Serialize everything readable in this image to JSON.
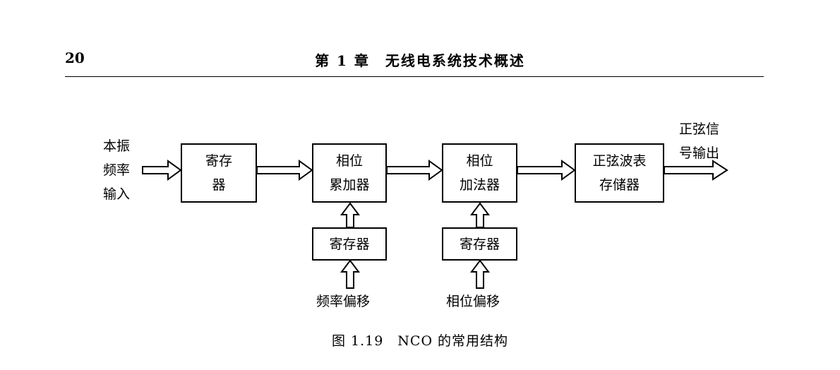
{
  "header": {
    "page_number": "20",
    "chapter_title": "第 1 章　无线电系统技术概述"
  },
  "diagram": {
    "input_label": [
      "本振",
      "频率",
      "输入"
    ],
    "register_1": [
      "寄存",
      "器"
    ],
    "phase_accumulator": [
      "相位",
      "累加器"
    ],
    "phase_adder": [
      "相位",
      "加法器"
    ],
    "sine_table": [
      "正弦波表",
      "存储器"
    ],
    "output_label": [
      "正弦信",
      "号输出"
    ],
    "register_freq": "寄存器",
    "register_phase": "寄存器",
    "freq_offset_label": "频率偏移",
    "phase_offset_label": "相位偏移"
  },
  "caption": "图 1.19　NCO 的常用结构"
}
